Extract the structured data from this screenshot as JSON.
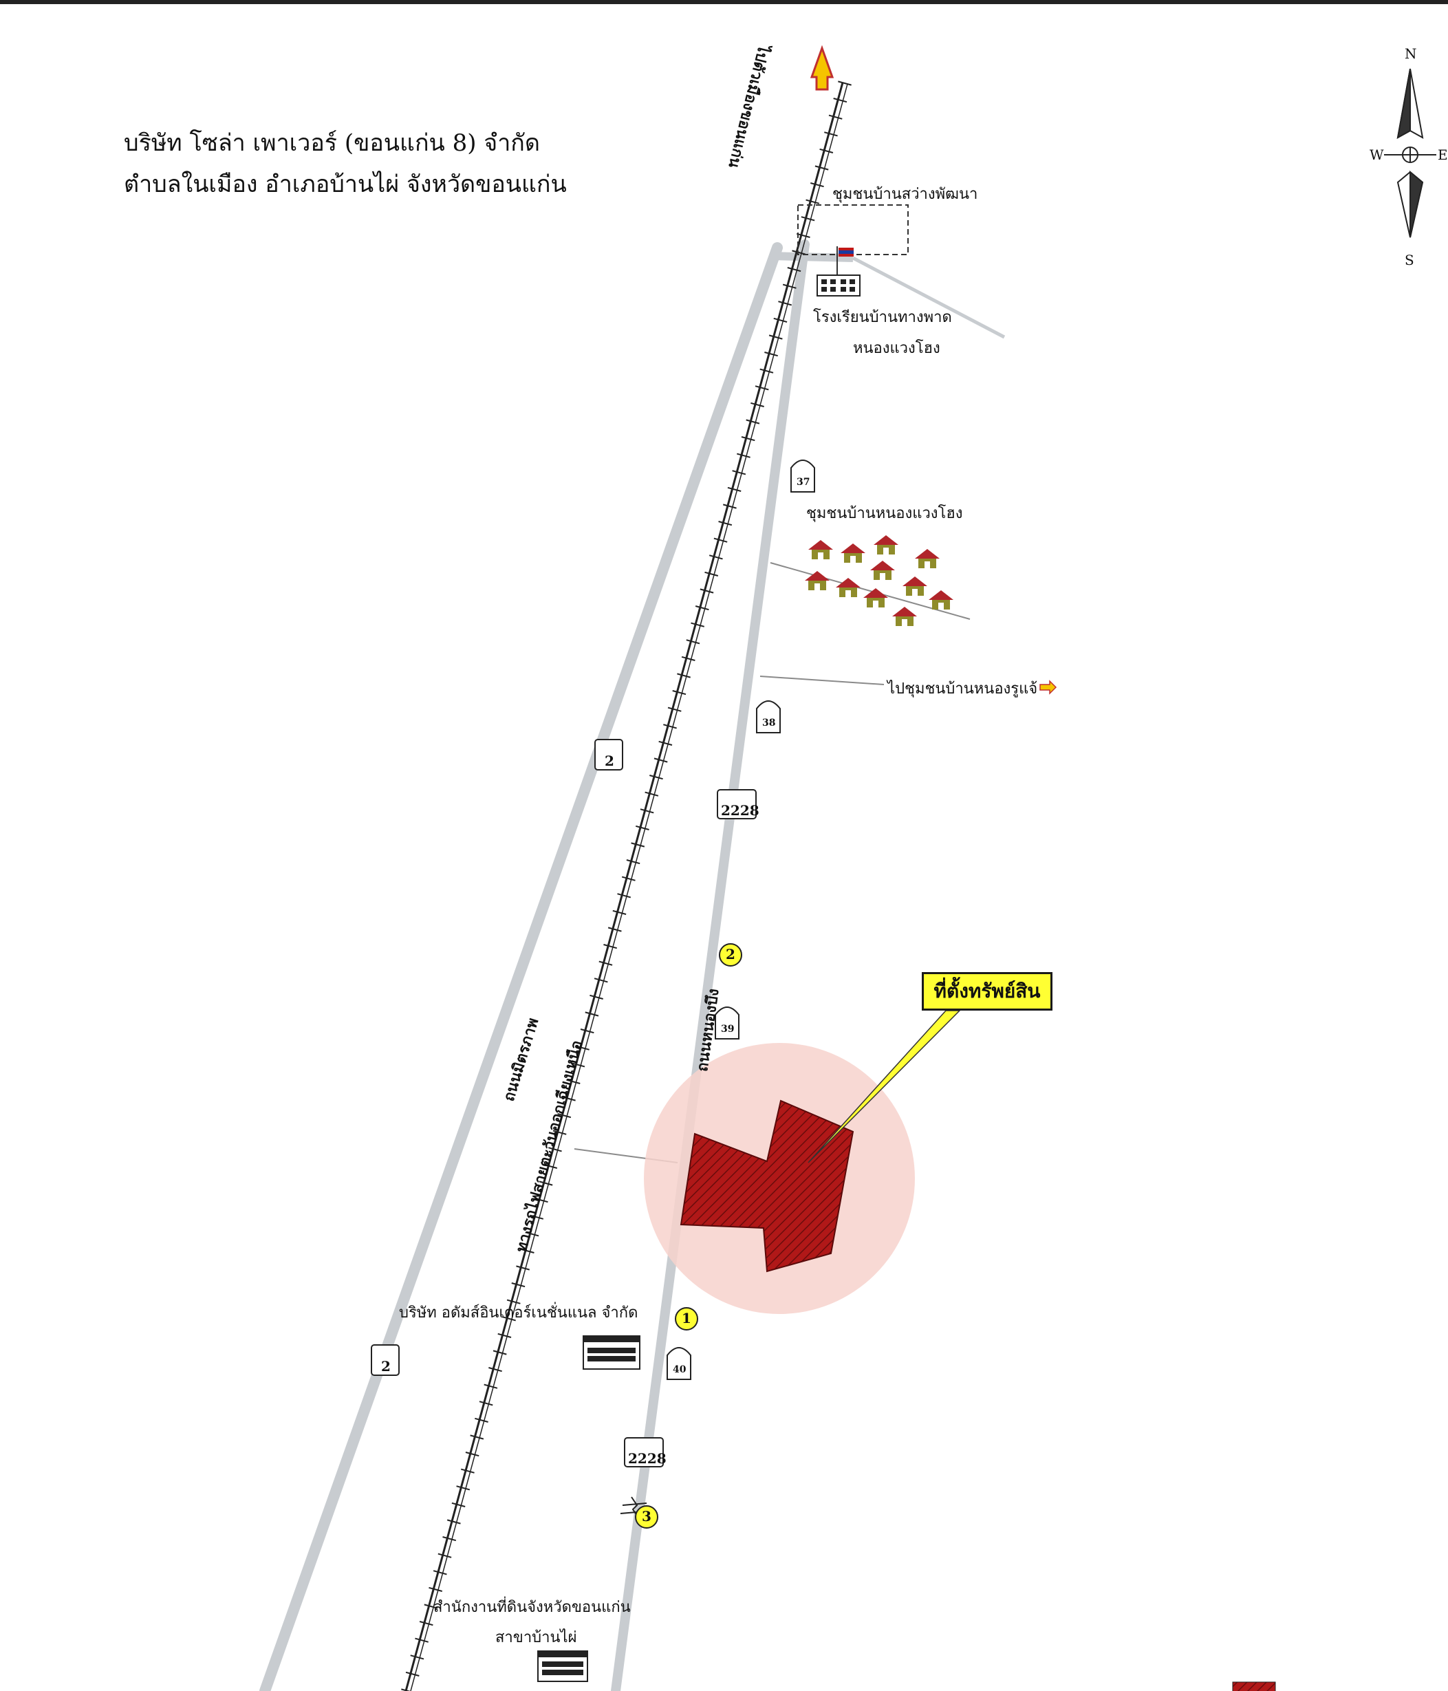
{
  "header": {
    "line1": "บริษัท โซล่า เพาเวอร์ (ขอนแก่น 8) จำกัด",
    "line2": "ตำบลในเมือง อำเภอบ้านไผ่ จังหวัดขอนแก่น"
  },
  "compass": {
    "n": "N",
    "s": "S",
    "e": "E",
    "w": "W"
  },
  "roads": {
    "mittraphap": "ถนนมิตรภาพ",
    "railway": "ทางรถไฟสายตะวันออกเฉียงเหนือ",
    "local": "ถนนหนองบึง",
    "to_city": "ไปตัวเมืองขอนแก่น"
  },
  "route_shields": {
    "hw2_upper": "2",
    "hw2_lower": "2",
    "hw2228_upper": "2228",
    "hw2228_lower": "2228"
  },
  "km_markers": {
    "k37": "37",
    "k38": "38",
    "k39": "39",
    "k40": "40"
  },
  "places": {
    "sawang_community": "ชุมชนบ้านสว่างพัฒนา",
    "school_line1": "โรงเรียนบ้านทางพาด",
    "school_line2": "หนองแวงโฮง",
    "nongwaeng_community": "ชุมชนบ้านหนองแวงโฮง",
    "to_nongrue": "ไปชุมชนบ้านหนองรูแจ้",
    "adams_company": "บริษัท อดัมส์อินเตอร์เนชั่นแนล จำกัด",
    "land_office_line1": "สำนักงานที่ดินจังหวัดขอนแก่น",
    "land_office_line2": "สาขาบ้านไผ่"
  },
  "callout": {
    "asset": "ที่ตั้งทรัพย์สิน"
  },
  "landmarks": {
    "l1": "1",
    "l2": "2",
    "l3": "3"
  },
  "colors": {
    "road": "#c8ccd0",
    "asset": "#b01818",
    "highlight": "#f7d2cc",
    "marker": "#ffff33",
    "arrow": "#f5c400"
  }
}
